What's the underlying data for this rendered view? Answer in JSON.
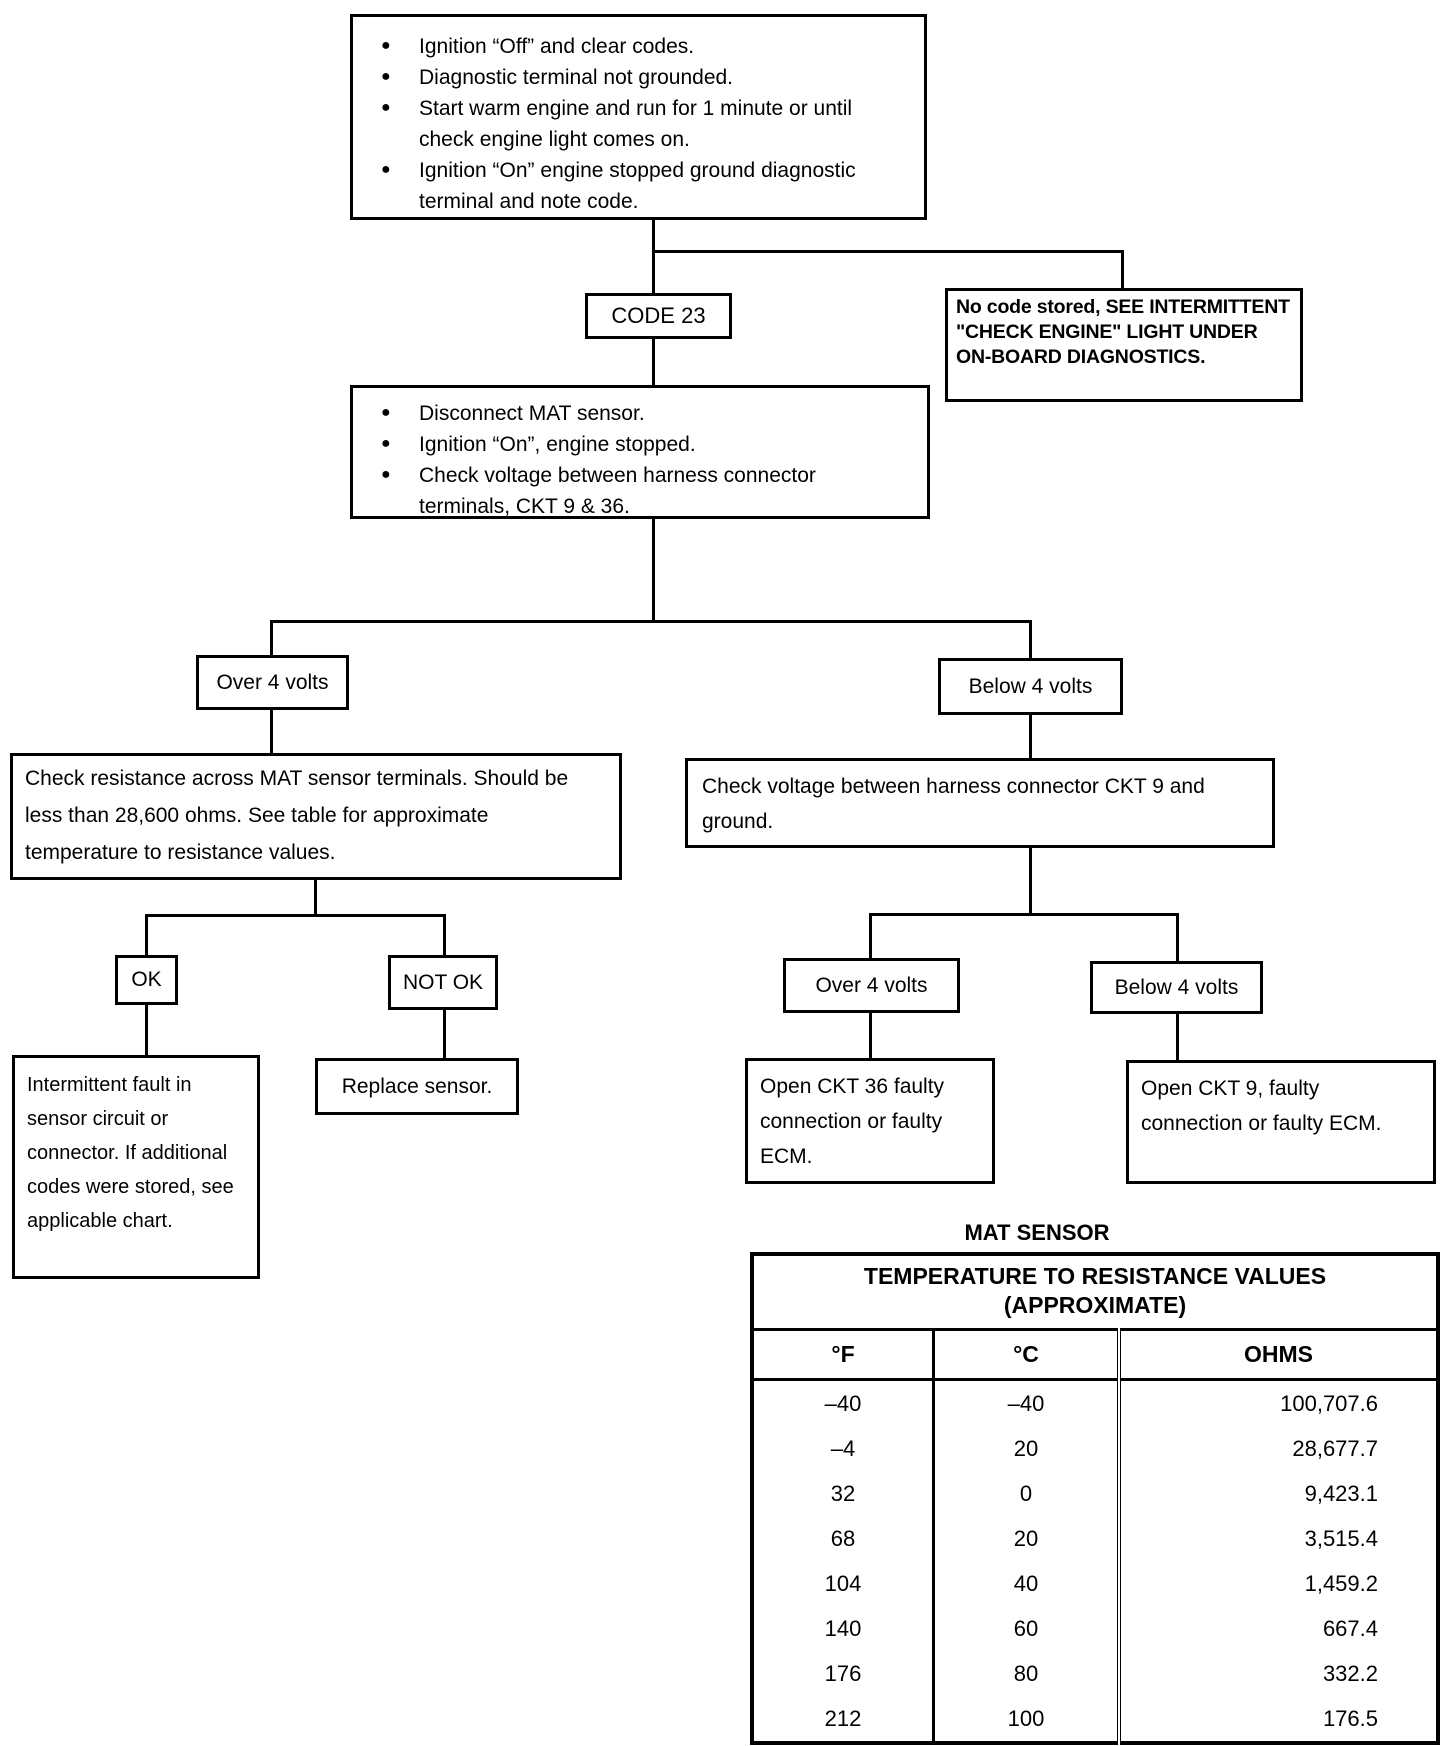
{
  "icons": {
    "bullet": "●"
  },
  "flowchart": {
    "setup_box": {
      "items": [
        "Ignition “Off” and clear codes.",
        "Diagnostic terminal not grounded.",
        "Start warm engine and run for 1 minute or until check engine light comes on.",
        "Ignition “On” engine stopped ground diagnostic terminal and note code."
      ]
    },
    "code_box_label": "CODE 23",
    "no_code_box": "No code stored, SEE INTERMITTENT \"CHECK ENGINE\" LIGHT UNDER ON-BOARD DIAGNOSTICS.",
    "test_box": {
      "items": [
        "Disconnect MAT sensor.",
        "Ignition “On”, engine stopped.",
        "Check voltage between harness connector terminals, CKT 9 & 36."
      ]
    },
    "left_branch": {
      "condition": "Over 4 volts",
      "action": "Check resistance across MAT sensor terminals. Should be less than 28,600 ohms. See table for approximate temperature to resistance values.",
      "ok_label": "OK",
      "ok_result": "Intermittent fault in sensor circuit or connector. If additional codes were stored, see applicable chart.",
      "not_ok_label": "NOT OK",
      "not_ok_result": "Replace sensor."
    },
    "right_branch": {
      "condition": "Below 4 volts",
      "action": "Check voltage between harness connector CKT 9 and ground.",
      "over_label": "Over 4 volts",
      "over_result": "Open CKT 36 faulty connection or faulty ECM.",
      "below_label": "Below 4 volts",
      "below_result": "Open CKT 9, faulty connection or faulty ECM."
    }
  },
  "sensor_table": {
    "title": "MAT SENSOR",
    "caption_line1": "TEMPERATURE TO RESISTANCE VALUES",
    "caption_line2": "(APPROXIMATE)",
    "columns": [
      "°F",
      "°C",
      "OHMS"
    ],
    "rows": [
      [
        "–40",
        "–40",
        "100,707.6"
      ],
      [
        "–4",
        "20",
        "28,677.7"
      ],
      [
        "32",
        "0",
        "9,423.1"
      ],
      [
        "68",
        "20",
        "3,515.4"
      ],
      [
        "104",
        "40",
        "1,459.2"
      ],
      [
        "140",
        "60",
        "667.4"
      ],
      [
        "176",
        "80",
        "332.2"
      ],
      [
        "212",
        "100",
        "176.5"
      ]
    ]
  }
}
